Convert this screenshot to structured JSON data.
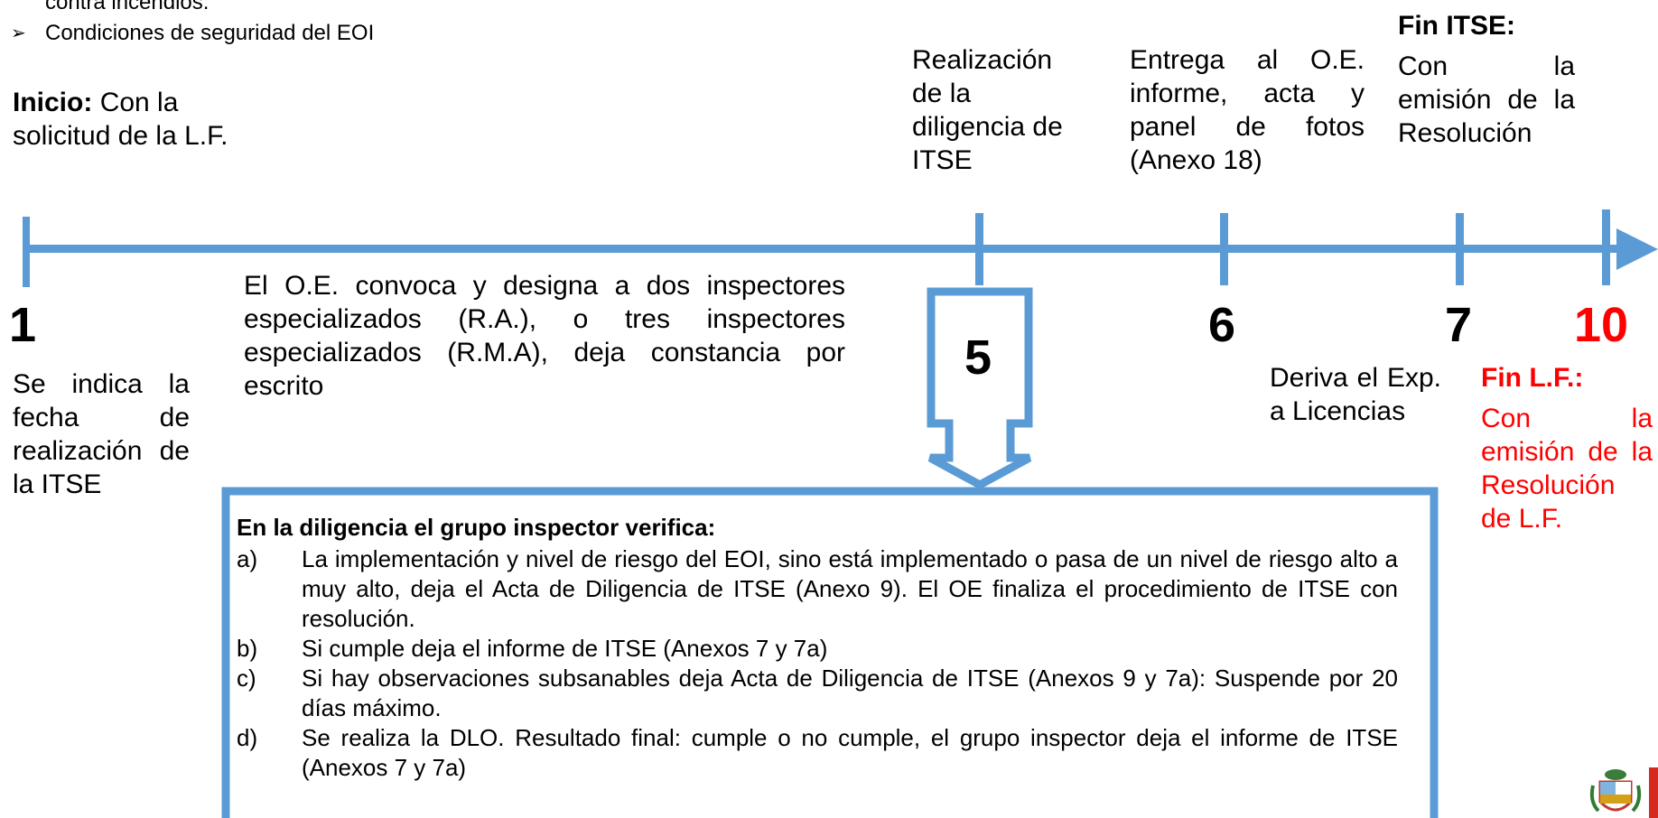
{
  "colors": {
    "arrow": "#5b9bd5",
    "red": "#ff0000",
    "box_border": "#5b9bd5"
  },
  "bullets": [
    "contra incendios.",
    "Condiciones de seguridad del EOI"
  ],
  "inicio": {
    "label": "Inicio:",
    "text": "Con la solicitud de la L.F."
  },
  "steps": {
    "s1": {
      "number": "1",
      "text": "Se indica la fecha de realización de la ITSE"
    },
    "s5": {
      "number": "5",
      "text_above": "Realización de la diligencia de ITSE"
    },
    "s6": {
      "number": "6",
      "text_above": "Entrega al O.E. informe, acta y panel de fotos (Anexo 18)",
      "text_below": "Deriva el Exp. a Licencias"
    },
    "s7": {
      "number": "7",
      "label_above": "Fin ITSE:",
      "text_above": "Con la emisión de la Resolución"
    },
    "s10": {
      "number": "10",
      "label_below": "Fin L.F.:",
      "text_below": "Con la emisión de la Resolución de L.F."
    }
  },
  "convoca": "El O.E. convoca y designa a dos inspectores especializados (R.A.), o tres inspectores especializados (R.M.A), deja constancia por escrito",
  "verify_box": {
    "title": "En la diligencia el grupo inspector verifica:",
    "items": [
      {
        "label": "a)",
        "text": "La implementación y nivel de riesgo del EOI, sino está implementado o pasa de un nivel de riesgo alto a muy alto, deja el Acta de Diligencia de ITSE (Anexo 9). El OE finaliza el procedimiento de ITSE con resolución."
      },
      {
        "label": "b)",
        "text": "Si cumple deja el informe de ITSE (Anexos 7 y 7a)"
      },
      {
        "label": "c)",
        "text": "Si hay observaciones subsanables deja Acta de Diligencia de ITSE (Anexos 9 y 7a): Suspende por 20 días máximo."
      },
      {
        "label": "d)",
        "text": "Se realiza la DLO. Resultado final: cumple o no cumple, el grupo inspector deja el informe de ITSE (Anexos 7 y 7a)"
      }
    ]
  },
  "icons": {
    "emblem": "peru-coat-of-arms-icon",
    "flag": "peru-flag-icon"
  }
}
